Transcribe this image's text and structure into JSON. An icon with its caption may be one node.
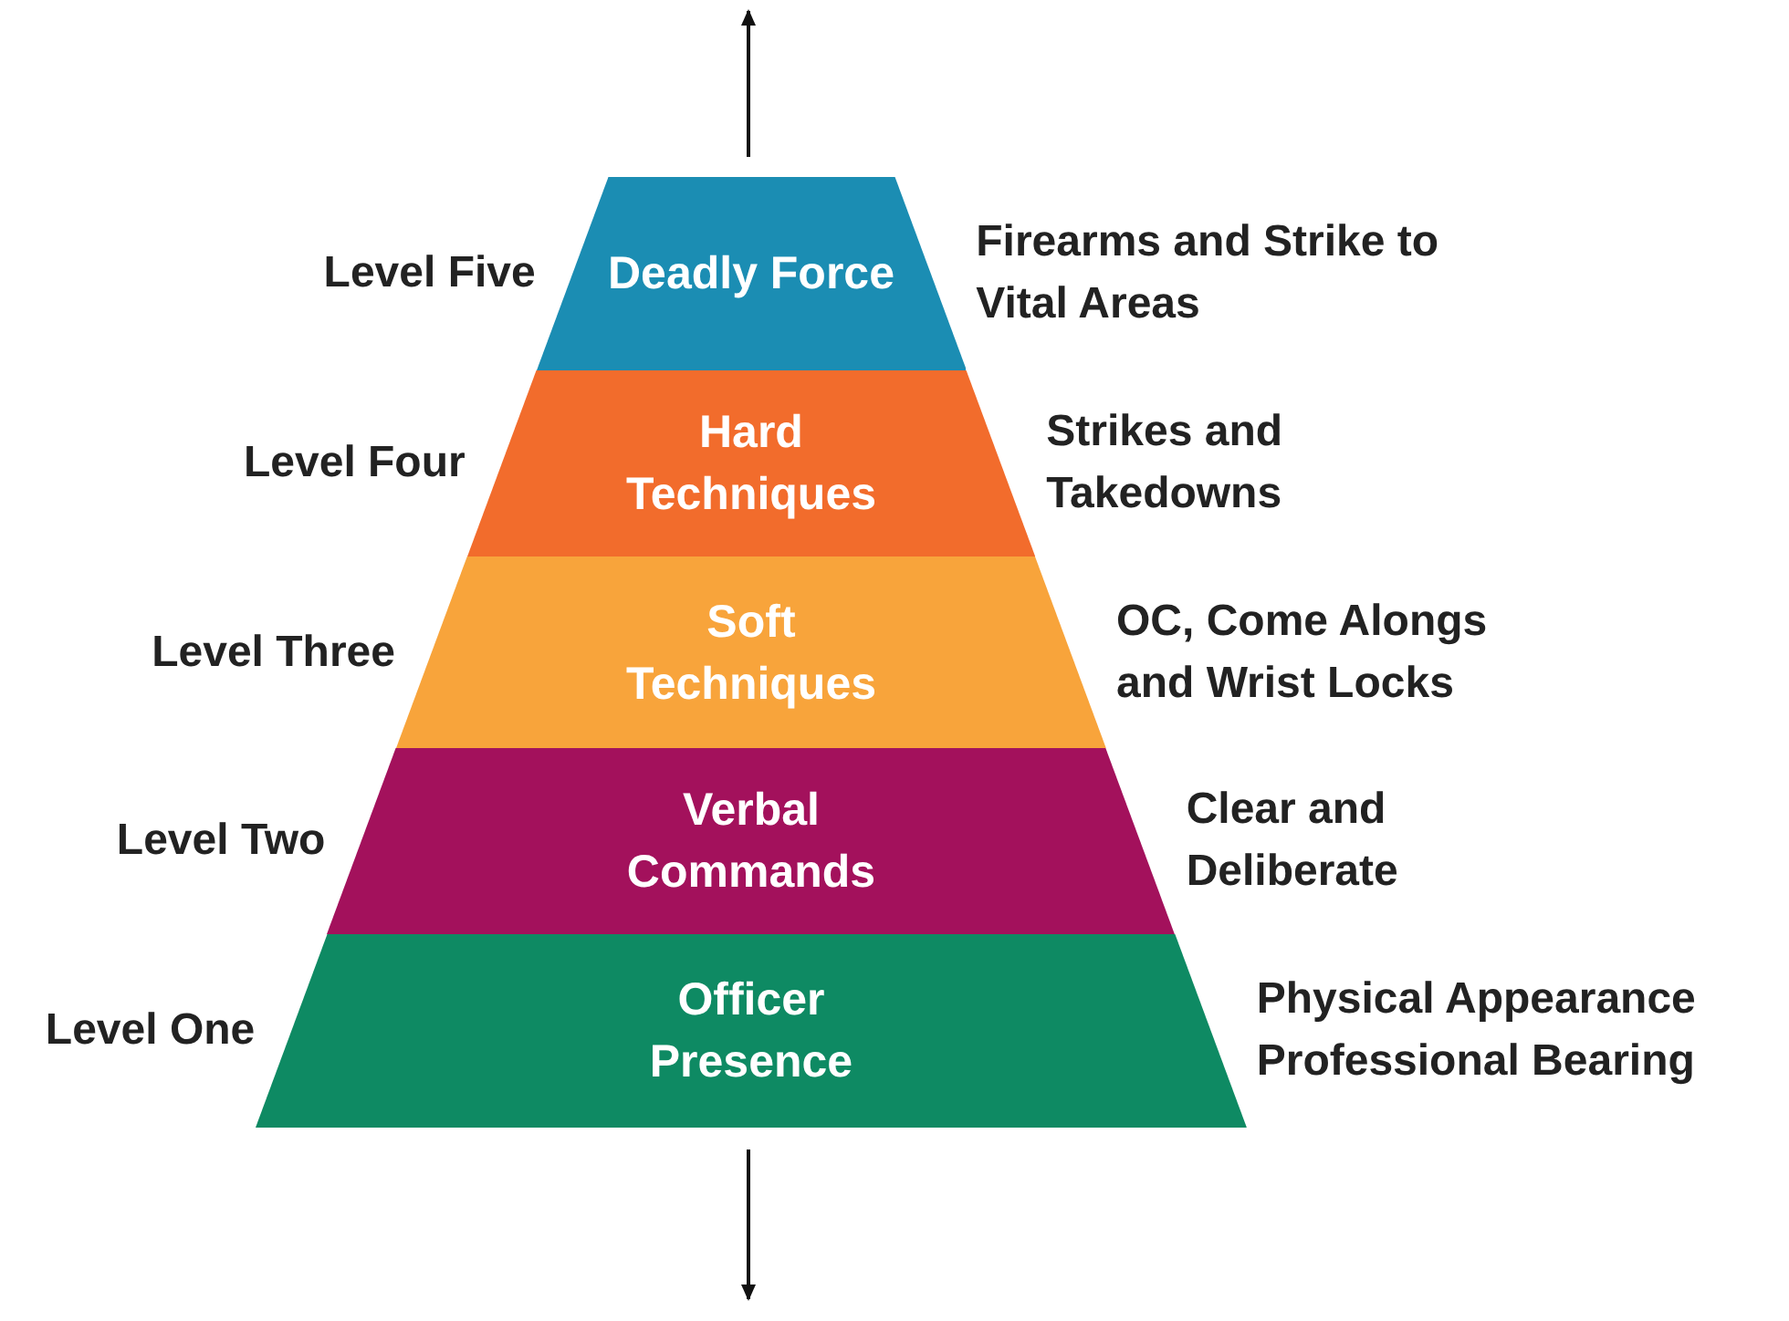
{
  "diagram": {
    "nodes": [
      {
        "text": [
          "Deadly Force"
        ],
        "beside": [
          "Level Five",
          "Firearms and Strike to Vital Areas"
        ]
      },
      {
        "text": [
          "Hard Techniques"
        ],
        "beside": [
          "Level Four",
          "Strikes and Takedowns"
        ]
      },
      {
        "text": [
          "Soft Techniques"
        ],
        "beside": [
          "Level Three",
          "OC, Come Alongs and Wrist Locks"
        ]
      },
      {
        "text": [
          "Verbal Commands"
        ],
        "beside": [
          "Level Two",
          "Clear and Deliberate"
        ]
      },
      {
        "text": [
          "Officer Presence"
        ],
        "beside": [
          "Level One",
          "Physical Appearance Professional Bearing"
        ]
      }
    ],
    "edges": []
  }
}
